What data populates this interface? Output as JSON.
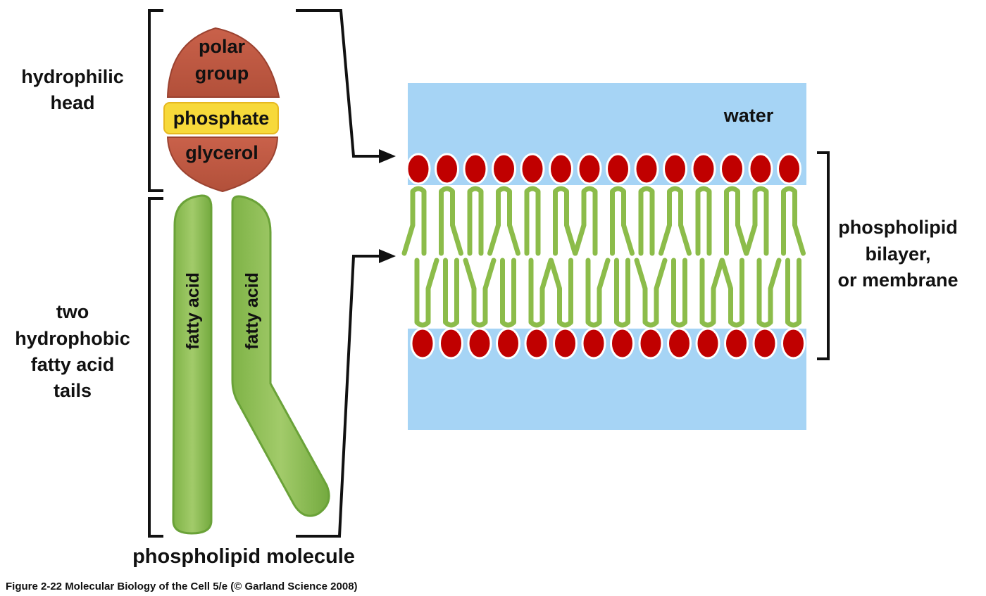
{
  "molecule": {
    "head_label": [
      "hydrophilic",
      "head"
    ],
    "tail_label": [
      "two",
      "hydrophobic",
      "fatty acid",
      "tails"
    ],
    "polar_group": [
      "polar",
      "group"
    ],
    "phosphate": "phosphate",
    "glycerol": "glycerol",
    "fatty_acid_left": "fatty acid",
    "fatty_acid_right": "fatty acid",
    "title": "phospholipid molecule"
  },
  "bilayer": {
    "water": "water",
    "label": [
      "phospholipid",
      "bilayer,",
      "or membrane"
    ],
    "top_head_count": 14,
    "bottom_head_count": 14
  },
  "colors": {
    "water": "#a6d4f5",
    "head_red": "#c00000",
    "polar_brown": "#c05a43",
    "phosphate_yellow": "#f7d93a",
    "tail_green": "#8cbc4a",
    "tail_green_dark": "#6fa23a"
  },
  "caption": "Figure 2-22  Molecular Biology of the Cell 5/e (© Garland Science 2008)"
}
